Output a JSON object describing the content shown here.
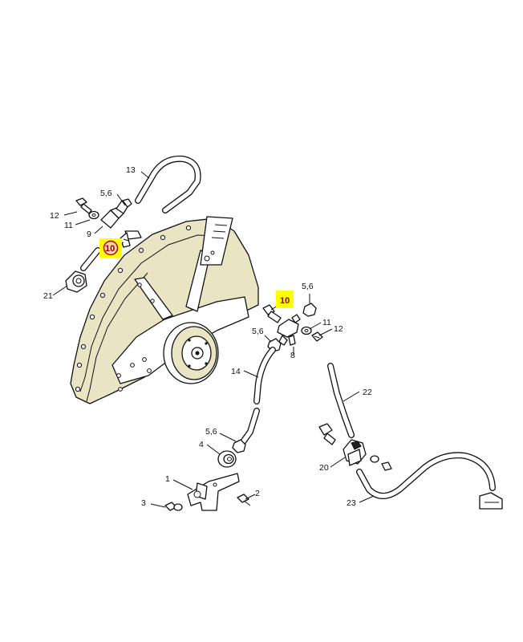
{
  "callouts": {
    "c13": "13",
    "c56_top": "5,6",
    "c12_top": "12",
    "c11_top": "11",
    "c9": "9",
    "c10_left": "10",
    "c21": "21",
    "c56_right_top": "5,6",
    "c10_right": "10",
    "c56_right_mid": "5,6",
    "c11_right": "11",
    "c12_right": "12",
    "c8": "8",
    "c14": "14",
    "c22": "22",
    "c56_bottom": "5,6",
    "c4": "4",
    "c20": "20",
    "c1": "1",
    "c2": "2",
    "c3": "3",
    "c23": "23"
  },
  "colors": {
    "highlight": "#ffff00",
    "highlight_label": "#8b0000",
    "guard_fill": "#e9e4c4"
  }
}
